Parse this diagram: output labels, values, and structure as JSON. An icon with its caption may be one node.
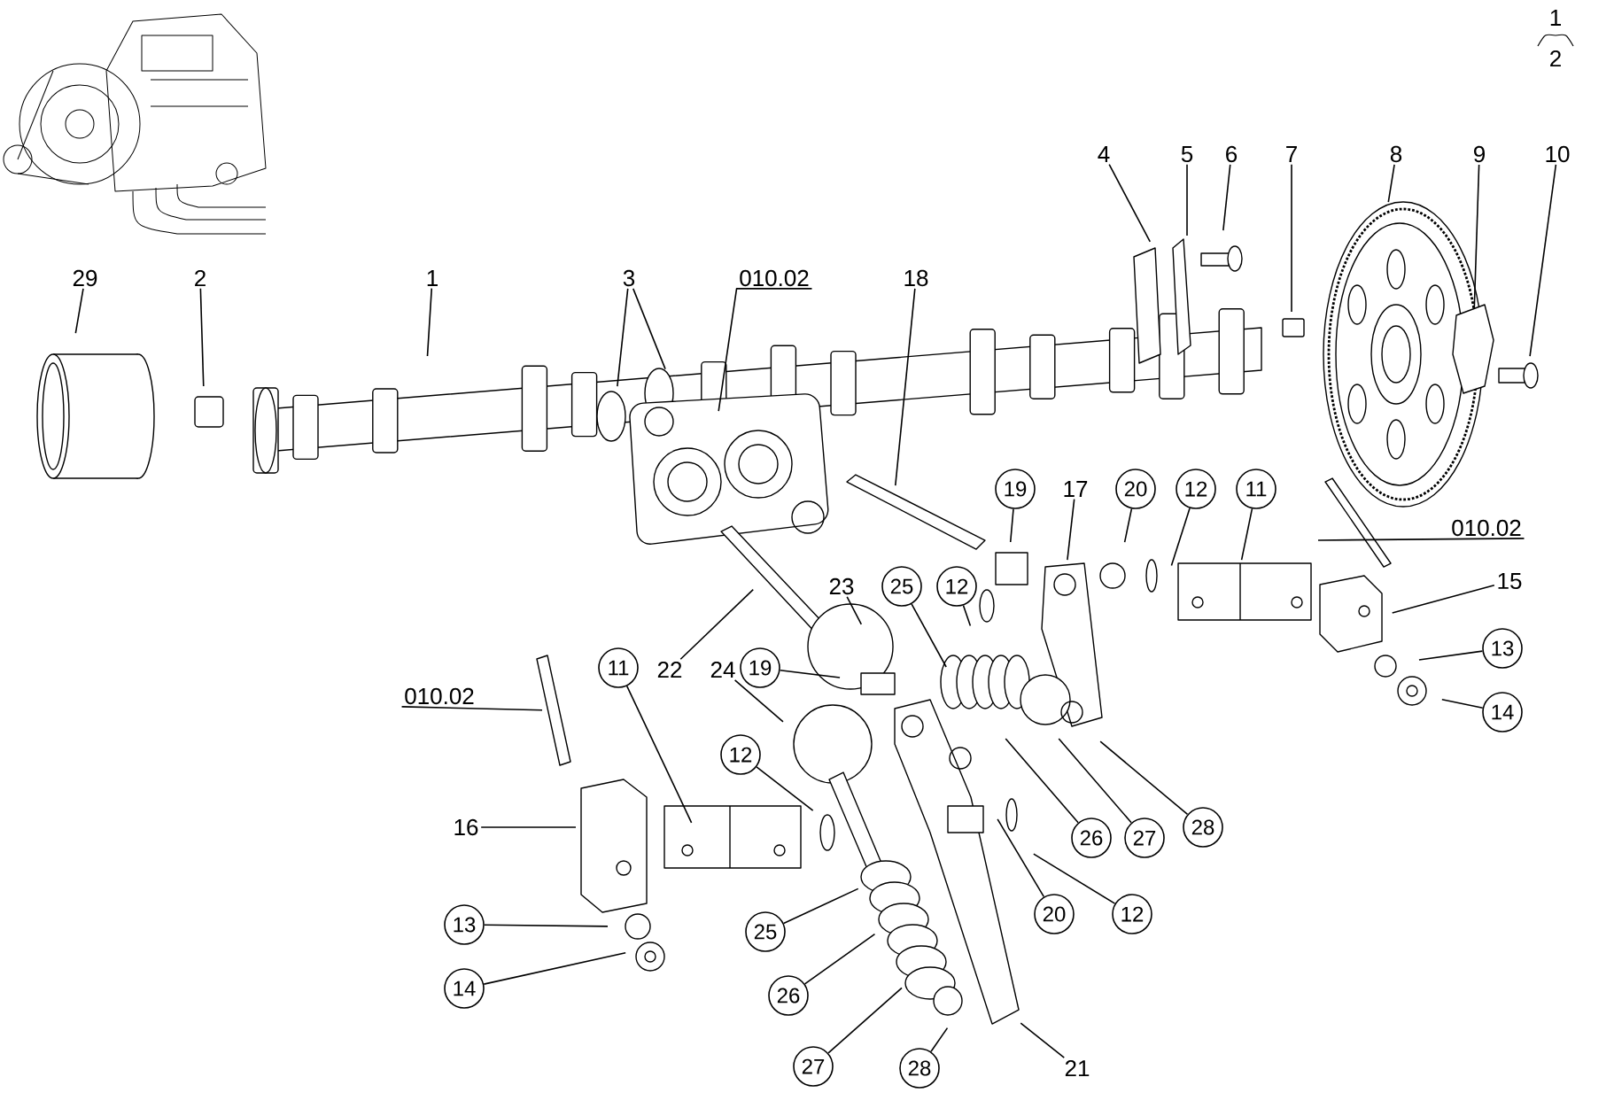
{
  "diagram": {
    "nodes": [
      {
        "text": [
          "29"
        ]
      },
      {
        "text": [
          "2"
        ]
      },
      {
        "text": [
          "1"
        ]
      },
      {
        "text": [
          "3"
        ]
      },
      {
        "text": [
          "010.02"
        ]
      },
      {
        "text": [
          "18"
        ]
      },
      {
        "text": [
          "4"
        ]
      },
      {
        "text": [
          "5"
        ]
      },
      {
        "text": [
          "6"
        ]
      },
      {
        "text": [
          "7"
        ]
      },
      {
        "text": [
          "8"
        ]
      },
      {
        "text": [
          "9"
        ]
      },
      {
        "text": [
          "10"
        ]
      },
      {
        "text": [
          "19"
        ]
      },
      {
        "text": [
          "17"
        ]
      },
      {
        "text": [
          "20"
        ]
      },
      {
        "text": [
          "12"
        ]
      },
      {
        "text": [
          "11"
        ]
      },
      {
        "text": [
          "010.02"
        ]
      },
      {
        "text": [
          "15"
        ]
      },
      {
        "text": [
          "13"
        ]
      },
      {
        "text": [
          "14"
        ]
      },
      {
        "text": [
          "23"
        ]
      },
      {
        "text": [
          "25"
        ]
      },
      {
        "text": [
          "12"
        ]
      },
      {
        "text": [
          "22"
        ]
      },
      {
        "text": [
          "24"
        ]
      },
      {
        "text": [
          "19"
        ]
      },
      {
        "text": [
          "11"
        ]
      },
      {
        "text": [
          "010.02"
        ]
      },
      {
        "text": [
          "12"
        ]
      },
      {
        "text": [
          "16"
        ]
      },
      {
        "text": [
          "13"
        ]
      },
      {
        "text": [
          "14"
        ]
      },
      {
        "text": [
          "25"
        ]
      },
      {
        "text": [
          "26"
        ]
      },
      {
        "text": [
          "27"
        ]
      },
      {
        "text": [
          "28"
        ]
      },
      {
        "text": [
          "21"
        ]
      },
      {
        "text": [
          "20"
        ]
      },
      {
        "text": [
          "12"
        ]
      },
      {
        "text": [
          "26"
        ]
      },
      {
        "text": [
          "27"
        ]
      },
      {
        "text": [
          "28"
        ]
      }
    ],
    "edges": [
      {
        "from": 0,
        "to": null,
        "arrow": "none"
      },
      {
        "from": 1,
        "to": null,
        "arrow": "none"
      },
      {
        "from": 2,
        "to": null,
        "arrow": "none"
      },
      {
        "from": 3,
        "to": null,
        "arrow": "none"
      },
      {
        "from": 3,
        "to": null,
        "arrow": "none"
      },
      {
        "from": 4,
        "to": null,
        "arrow": "none"
      },
      {
        "from": 5,
        "to": null,
        "arrow": "none"
      },
      {
        "from": 6,
        "to": null,
        "arrow": "none"
      },
      {
        "from": 7,
        "to": null,
        "arrow": "none"
      },
      {
        "from": 8,
        "to": null,
        "arrow": "none"
      },
      {
        "from": 9,
        "to": null,
        "arrow": "none"
      },
      {
        "from": 10,
        "to": null,
        "arrow": "none"
      },
      {
        "from": 11,
        "to": null,
        "arrow": "none"
      },
      {
        "from": 12,
        "to": null,
        "arrow": "none"
      },
      {
        "from": 13,
        "to": null,
        "arrow": "none"
      },
      {
        "from": 14,
        "to": null,
        "arrow": "none"
      },
      {
        "from": 15,
        "to": null,
        "arrow": "none"
      },
      {
        "from": 16,
        "to": null,
        "arrow": "none"
      },
      {
        "from": 17,
        "to": null,
        "arrow": "none"
      },
      {
        "from": 18,
        "to": null,
        "arrow": "none"
      },
      {
        "from": 19,
        "to": null,
        "arrow": "none"
      },
      {
        "from": 20,
        "to": null,
        "arrow": "none"
      },
      {
        "from": 21,
        "to": null,
        "arrow": "none"
      },
      {
        "from": 22,
        "to": null,
        "arrow": "none"
      },
      {
        "from": 23,
        "to": null,
        "arrow": "none"
      },
      {
        "from": 24,
        "to": null,
        "arrow": "none"
      },
      {
        "from": 25,
        "to": null,
        "arrow": "none"
      },
      {
        "from": 26,
        "to": null,
        "arrow": "none"
      },
      {
        "from": 27,
        "to": null,
        "arrow": "none"
      },
      {
        "from": 28,
        "to": null,
        "arrow": "none"
      },
      {
        "from": 29,
        "to": null,
        "arrow": "none"
      },
      {
        "from": 30,
        "to": null,
        "arrow": "none"
      },
      {
        "from": 31,
        "to": null,
        "arrow": "none"
      },
      {
        "from": 32,
        "to": null,
        "arrow": "none"
      },
      {
        "from": 33,
        "to": null,
        "arrow": "none"
      },
      {
        "from": 34,
        "to": null,
        "arrow": "none"
      },
      {
        "from": 35,
        "to": null,
        "arrow": "none"
      },
      {
        "from": 36,
        "to": null,
        "arrow": "none"
      },
      {
        "from": 37,
        "to": null,
        "arrow": "none"
      },
      {
        "from": 38,
        "to": null,
        "arrow": "none"
      },
      {
        "from": 39,
        "to": null,
        "arrow": "none"
      },
      {
        "from": 40,
        "to": null,
        "arrow": "none"
      },
      {
        "from": 41,
        "to": null,
        "arrow": "none"
      },
      {
        "from": 42,
        "to": null,
        "arrow": "none"
      },
      {
        "from": 43,
        "to": null,
        "arrow": "none"
      }
    ],
    "labels": [
      "1",
      "2"
    ]
  }
}
